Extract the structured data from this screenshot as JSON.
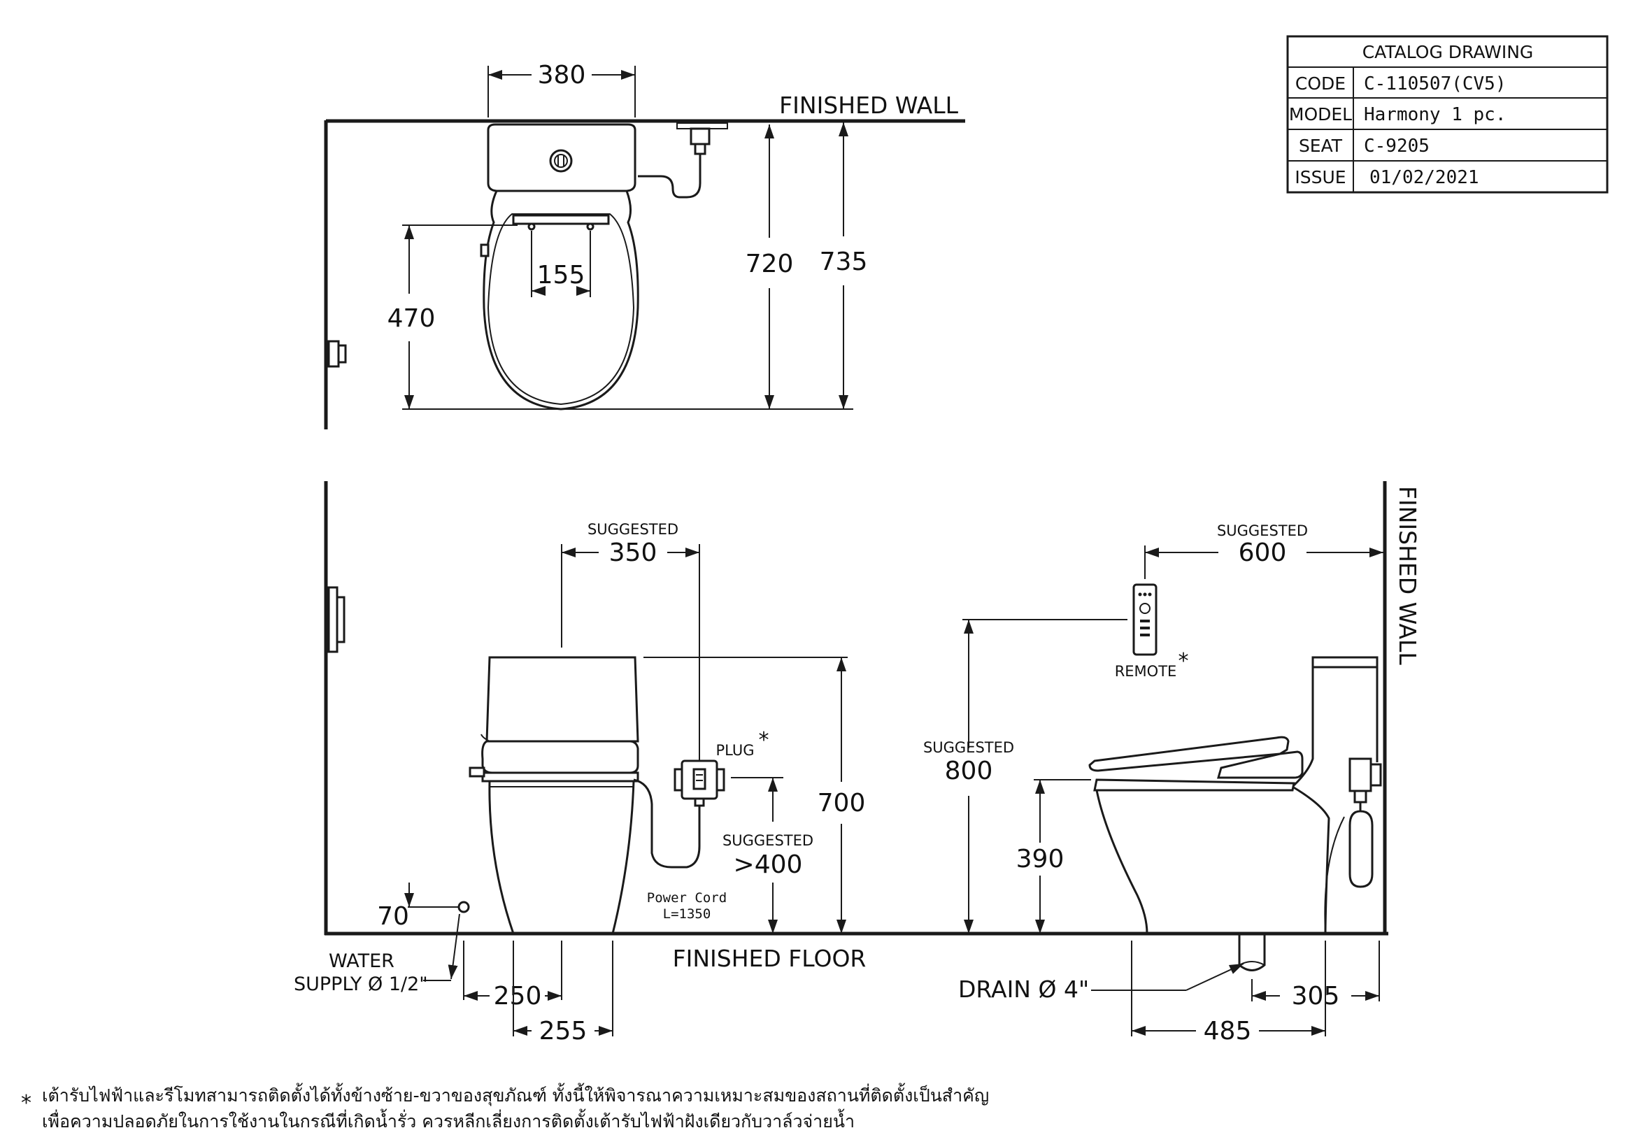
{
  "title_block": {
    "heading": "CATALOG  DRAWING",
    "rows": [
      {
        "key": "CODE",
        "value": "C-110507(CV5)"
      },
      {
        "key": "MODEL",
        "value": "Harmony  1  pc."
      },
      {
        "key": "SEAT",
        "value": "C-9205"
      },
      {
        "key": "ISSUE",
        "value": "01/02/2021"
      }
    ]
  },
  "labels": {
    "finished_wall_top": "FINISHED WALL",
    "finished_wall_side": "FINISHED WALL",
    "finished_floor": "FINISHED FLOOR",
    "water_supply_1": "WATER",
    "water_supply_2": "SUPPLY Ø 1/2\"",
    "drain": "DRAIN Ø 4\"",
    "plug": "PLUG",
    "remote": "REMOTE",
    "star": "*",
    "power_cord_1": "Power Cord",
    "power_cord_2": "L=1350",
    "suggested": "SUGGESTED"
  },
  "dimensions": {
    "top_width": "380",
    "top_hinge": "155",
    "top_seat_depth": "470",
    "top_depth_a": "720",
    "top_depth_b": "735",
    "front_tank_spacing": "350",
    "front_plug_height": ">400",
    "front_height": "700",
    "front_supply_height": "70",
    "front_supply_offset": "250",
    "front_base_width": "255",
    "side_remote_spacing": "600",
    "side_remote_height": "800",
    "side_seat_height": "390",
    "side_drain_offset": "305",
    "side_depth": "485"
  },
  "notes": {
    "line1": "เต้ารับไฟฟ้าและรีโมทสามารถติดตั้งได้ทั้งข้างซ้าย-ขวาของสุขภัณฑ์ ทั้งนี้ให้พิจารณาความเหมาะสมของสถานที่ติดตั้งเป็นสำคัญ",
    "line2": "เพื่อความปลอดภัยในการใช้งานในกรณีที่เกิดน้ำรั่ว ควรหลีกเลี่ยงการติดตั้งเต้ารับไฟฟ้าฝังเดียวกับวาล์วจ่ายน้ำ"
  }
}
